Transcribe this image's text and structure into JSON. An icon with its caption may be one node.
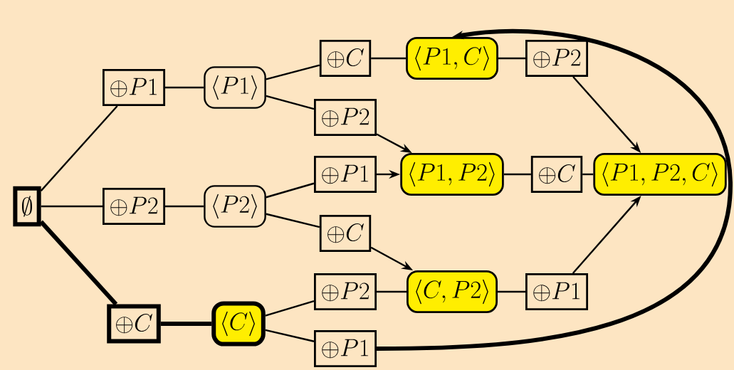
{
  "diagram": {
    "nodes": [
      {
        "text": [
          "\\emptyset"
        ]
      },
      {
        "text": [
          "\\oplus P1"
        ]
      },
      {
        "text": [
          "\\langle P1\\rangle"
        ]
      },
      {
        "text": [
          "\\oplus P2"
        ]
      },
      {
        "text": [
          "\\langle P2\\rangle"
        ]
      },
      {
        "text": [
          "\\oplus C"
        ]
      },
      {
        "text": [
          "\\langle C\\rangle"
        ]
      },
      {
        "text": [
          "\\oplus C"
        ]
      },
      {
        "text": [
          "\\langle P1, C\\rangle"
        ]
      },
      {
        "text": [
          "\\oplus P2"
        ]
      },
      {
        "text": [
          "\\oplus P2"
        ]
      },
      {
        "text": [
          "\\oplus P1"
        ]
      },
      {
        "text": [
          "\\langle P1, P2\\rangle"
        ]
      },
      {
        "text": [
          "\\oplus C"
        ]
      },
      {
        "text": [
          "\\langle P1, P2, C\\rangle"
        ]
      },
      {
        "text": [
          "\\oplus C"
        ]
      },
      {
        "text": [
          "\\oplus P2"
        ]
      },
      {
        "text": [
          "\\langle C, P2\\rangle"
        ]
      },
      {
        "text": [
          "\\oplus P1"
        ]
      },
      {
        "text": [
          "\\oplus P1"
        ]
      }
    ],
    "edges": [
      {
        "from": 0,
        "to": 1,
        "arrow": "none"
      },
      {
        "from": 1,
        "to": 2,
        "arrow": "none"
      },
      {
        "from": 0,
        "to": 3,
        "arrow": "none"
      },
      {
        "from": 3,
        "to": 4,
        "arrow": "none"
      },
      {
        "from": 0,
        "to": 5,
        "arrow": "none",
        "style": "thick"
      },
      {
        "from": 5,
        "to": 6,
        "arrow": "none",
        "style": "thick"
      },
      {
        "from": 2,
        "to": 7,
        "arrow": "none"
      },
      {
        "from": 7,
        "to": 8,
        "arrow": "none"
      },
      {
        "from": 8,
        "to": 9,
        "arrow": "none"
      },
      {
        "from": 2,
        "to": 10,
        "arrow": "none"
      },
      {
        "from": 10,
        "to": 12,
        "arrow": "to"
      },
      {
        "from": 4,
        "to": 11,
        "arrow": "none"
      },
      {
        "from": 11,
        "to": 12,
        "arrow": "to"
      },
      {
        "from": 12,
        "to": 13,
        "arrow": "none"
      },
      {
        "from": 13,
        "to": 14,
        "arrow": "none"
      },
      {
        "from": 9,
        "to": 14,
        "arrow": "to"
      },
      {
        "from": 4,
        "to": 15,
        "arrow": "none"
      },
      {
        "from": 15,
        "to": 17,
        "arrow": "to"
      },
      {
        "from": 6,
        "to": 16,
        "arrow": "none"
      },
      {
        "from": 16,
        "to": 17,
        "arrow": "none"
      },
      {
        "from": 17,
        "to": 18,
        "arrow": "none"
      },
      {
        "from": 18,
        "to": 14,
        "arrow": "to"
      },
      {
        "from": 6,
        "to": 19,
        "arrow": "none"
      },
      {
        "from": 19,
        "to": 8,
        "arrow": "to",
        "style": "thick"
      }
    ]
  }
}
